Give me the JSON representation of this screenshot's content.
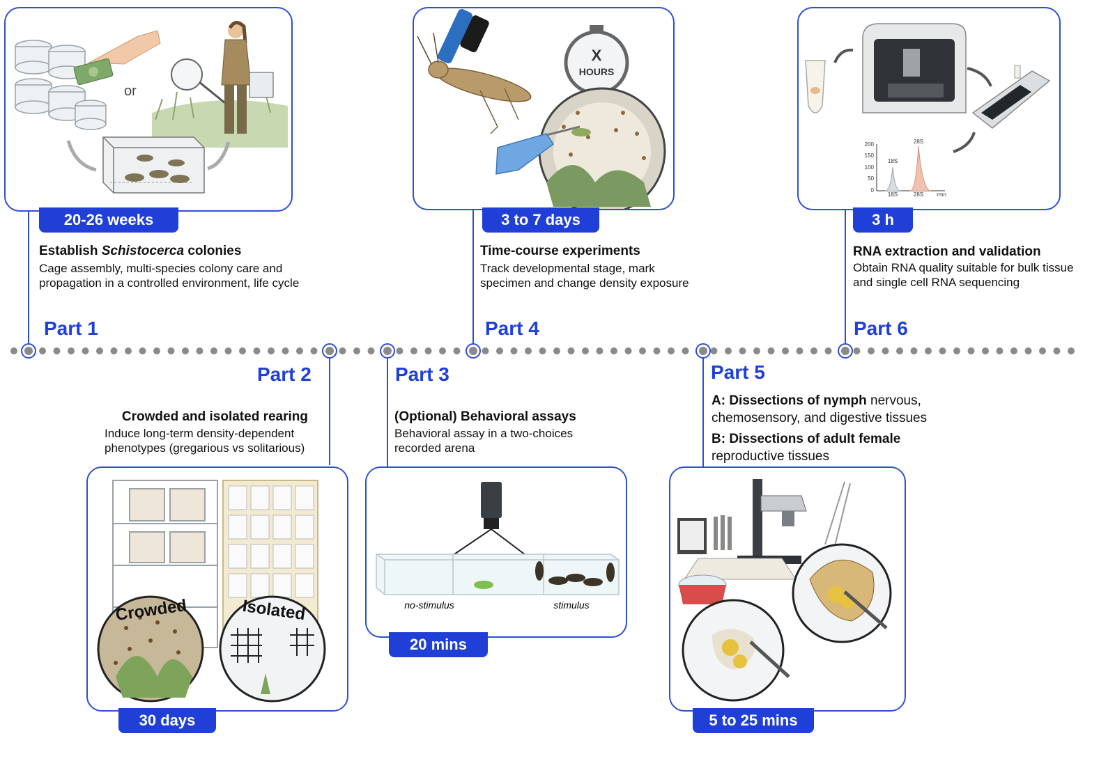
{
  "parts": [
    {
      "label": "Part 1",
      "duration": "20-26 weeks",
      "title_pre": "Establish ",
      "title_em": "Schistocerca",
      "title_post": " colonies",
      "desc_lines": [
        "Cage assembly, multi-species colony care and",
        "propagation in a controlled environment, life cycle"
      ],
      "or_text": "or"
    },
    {
      "label": "Part 2",
      "duration": "30 days",
      "title": "Crowded and isolated rearing",
      "desc_lines": [
        "Induce long-term density-dependent",
        "phenotypes (gregarious vs solitarious)"
      ],
      "crowded_label": "Crowded",
      "isolated_label": "Isolated"
    },
    {
      "label": "Part 3",
      "duration": "20 mins",
      "title": "(Optional) Behavioral assays",
      "desc_lines": [
        "Behavioral assay in a two-choices",
        "recorded arena"
      ],
      "no_stimulus": "no-stimulus",
      "stimulus": "stimulus"
    },
    {
      "label": "Part 4",
      "duration": "3 to 7 days",
      "title": "Time-course experiments",
      "desc_lines": [
        "Track developmental stage, mark",
        "specimen and change density exposure"
      ],
      "clock_x": "X",
      "clock_hours": "HOURS"
    },
    {
      "label": "Part 5",
      "duration": "5 to 25 mins",
      "line_a_bold": "A: Dissections of nymph",
      "line_a_rest": " nervous,",
      "line_a2": "chemosensory, and digestive tissues",
      "line_b_bold": "B: Dissections of adult female",
      "line_b2": "reproductive tissues"
    },
    {
      "label": "Part 6",
      "duration": "3 h",
      "title": "RNA extraction and validation",
      "desc_lines": [
        "Obtain RNA quality suitable for bulk tissue",
        "and single cell RNA sequencing"
      ],
      "plot": {
        "y_ticks": [
          "200",
          "150",
          "100",
          "50",
          "0"
        ],
        "x_ticks": [
          "18S",
          "28S",
          "rmn"
        ],
        "peak_labels": [
          "18S",
          "28S"
        ]
      }
    }
  ],
  "colors": {
    "accent": "#1f3fd6",
    "border": "#2f4fd0",
    "dot": "#8a8a8a"
  }
}
